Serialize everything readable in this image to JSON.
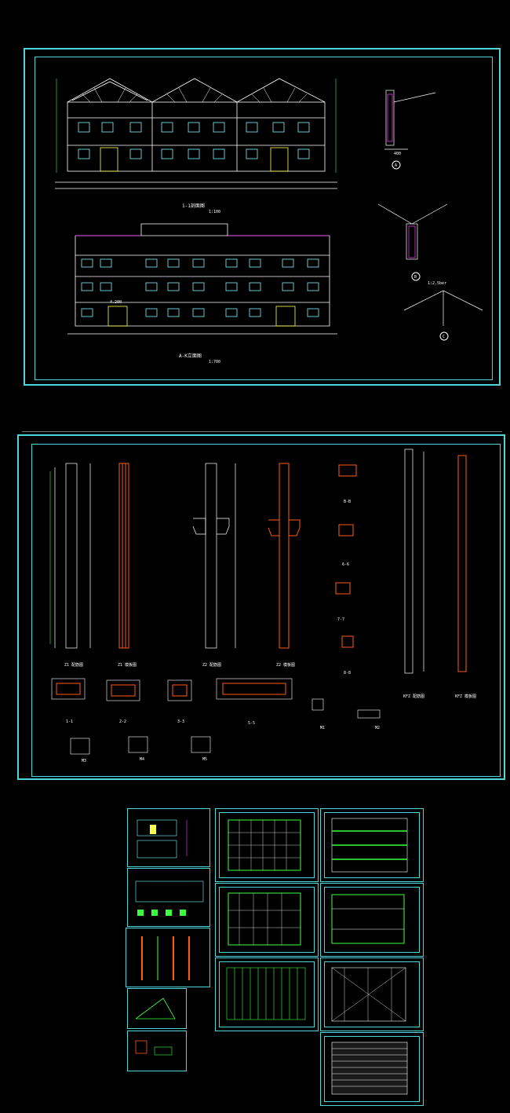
{
  "sheet1": {
    "section_title": "1-1剖面图",
    "section_scale": "1:100",
    "elevation_title": "A-K立面图",
    "elevation_scale": "1:700",
    "detail_mark_a": "A",
    "detail_mark_b": "B",
    "detail_mark_c": "C",
    "detail_scale": "1:2.5ber",
    "dimension_small": "400",
    "level_label": "4.200"
  },
  "sheet2": {
    "column_labels": [
      "Z1 配筋图",
      "Z1 模板图",
      "Z2 配筋图",
      "Z2 模板图",
      "KFZ 配筋图",
      "KFZ 模板图"
    ],
    "section_labels": [
      "1-1",
      "2-2",
      "3-3",
      "5-5",
      "6-6",
      "7-7",
      "8-8",
      "B-B"
    ],
    "m_labels": [
      "M1",
      "M2",
      "M3",
      "M4",
      "M5"
    ]
  },
  "colors": {
    "frame": "#4fd6d6",
    "line": "#ffffff",
    "window": "#7ff5ff",
    "door": "#ffff4d",
    "column": "#ff5a1a",
    "magenta": "#ff3dff",
    "grid": "#3dff3d"
  }
}
